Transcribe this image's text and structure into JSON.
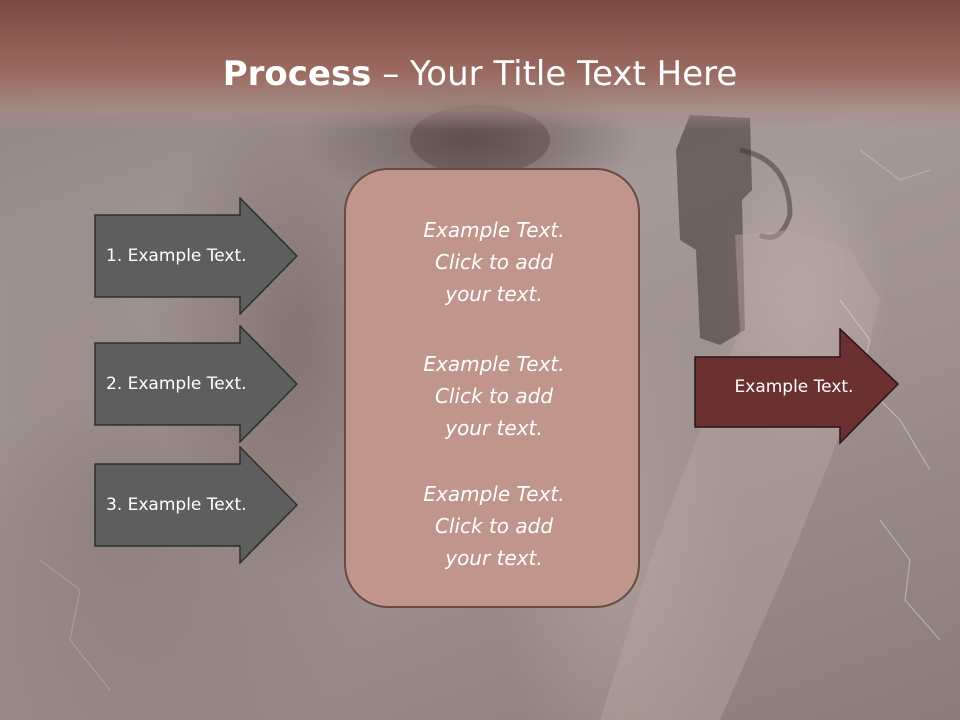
{
  "title": {
    "bold": "Process",
    "rest": " – Your Title Text Here"
  },
  "left_items": [
    {
      "label": "1. Example Text."
    },
    {
      "label": "2. Example Text."
    },
    {
      "label": "3. Example Text."
    }
  ],
  "center_box": {
    "paragraphs": [
      {
        "line1": "Example Text.",
        "line2": "Click  to add",
        "line3": "your text."
      },
      {
        "line1": "Example Text.",
        "line2": "Click  to add",
        "line3": "your text."
      },
      {
        "line1": "Example Text.",
        "line2": "Click  to add",
        "line3": "your text."
      }
    ]
  },
  "right_item": {
    "label": "Example Text."
  },
  "colors": {
    "title_band": "#8a5a50",
    "left_arrow_fill": "#5e5e5e",
    "center_box_fill": "#bf958c",
    "right_arrow_fill": "#6b3030"
  }
}
